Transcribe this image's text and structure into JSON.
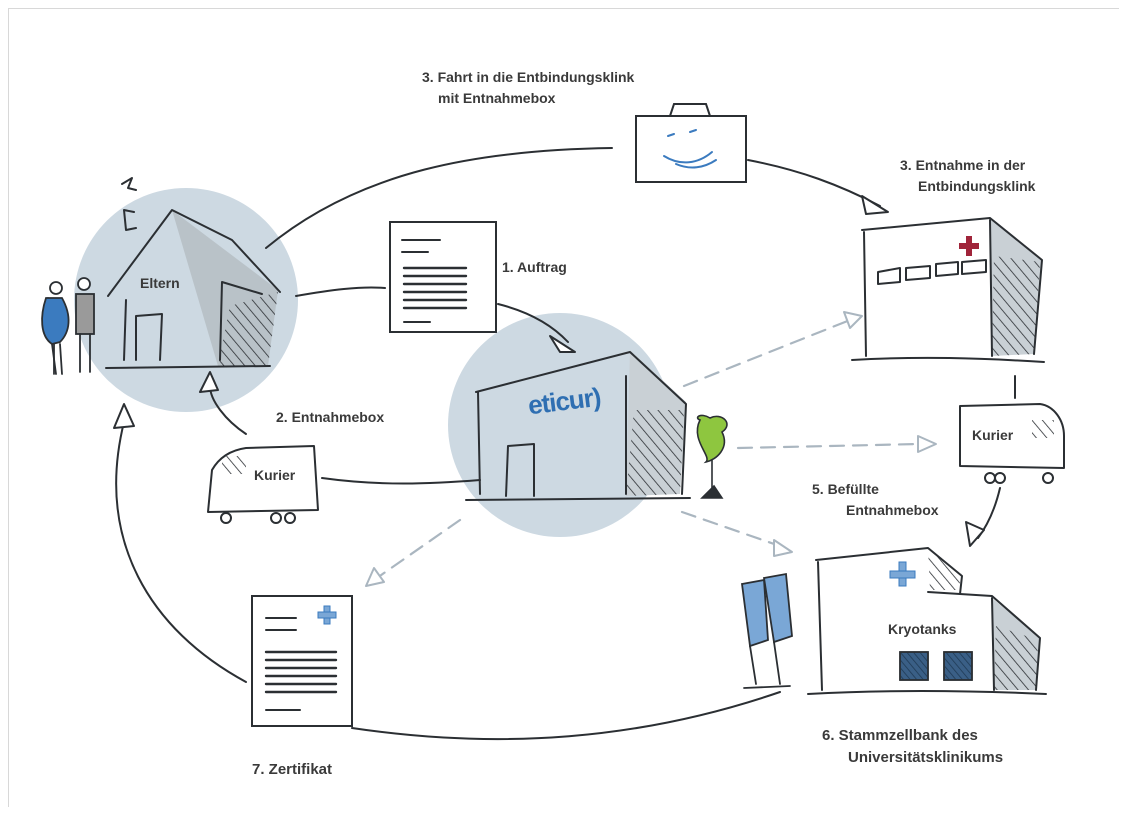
{
  "diagram": {
    "colors": {
      "ink": "#2b2f33",
      "circle": "#cdd9e2",
      "accent_blue": "#3b7bbf",
      "box_blue": "#7aa7d6",
      "hatch": "#3a5f86",
      "red_cross": "#a0243a",
      "tree": "#8ec63f",
      "dashed": "#aab6c0"
    },
    "nodes": {
      "parents_house": {
        "label": "Eltern"
      },
      "eticur_office": {
        "brand": "eticur)"
      },
      "maternity_clinic": {
        "icon": "red-cross-icon"
      },
      "courier_left": {
        "label": "Kurier"
      },
      "courier_right": {
        "label": "Kurier"
      },
      "stem_cell_bank": {
        "label": "Kryotanks",
        "icon": "blue-cross-icon"
      },
      "certificate": {
        "icon": "blue-cross-icon"
      }
    },
    "steps": {
      "step1": "1. Auftrag",
      "step2": "2. Entnahmebox",
      "step3a_line1": "3. Fahrt in die Entbindungsklink",
      "step3a_line2": "mit Entnahmebox",
      "step3b_line1": "3. Entnahme in der",
      "step3b_line2": "Entbindungsklink",
      "step5_line1": "5. Befüllte",
      "step5_line2": "Entnahmebox",
      "step6_line1": "6. Stammzellbank des",
      "step6_line2": "Universitätsklinikums",
      "step7": "7. Zertifikat"
    }
  }
}
